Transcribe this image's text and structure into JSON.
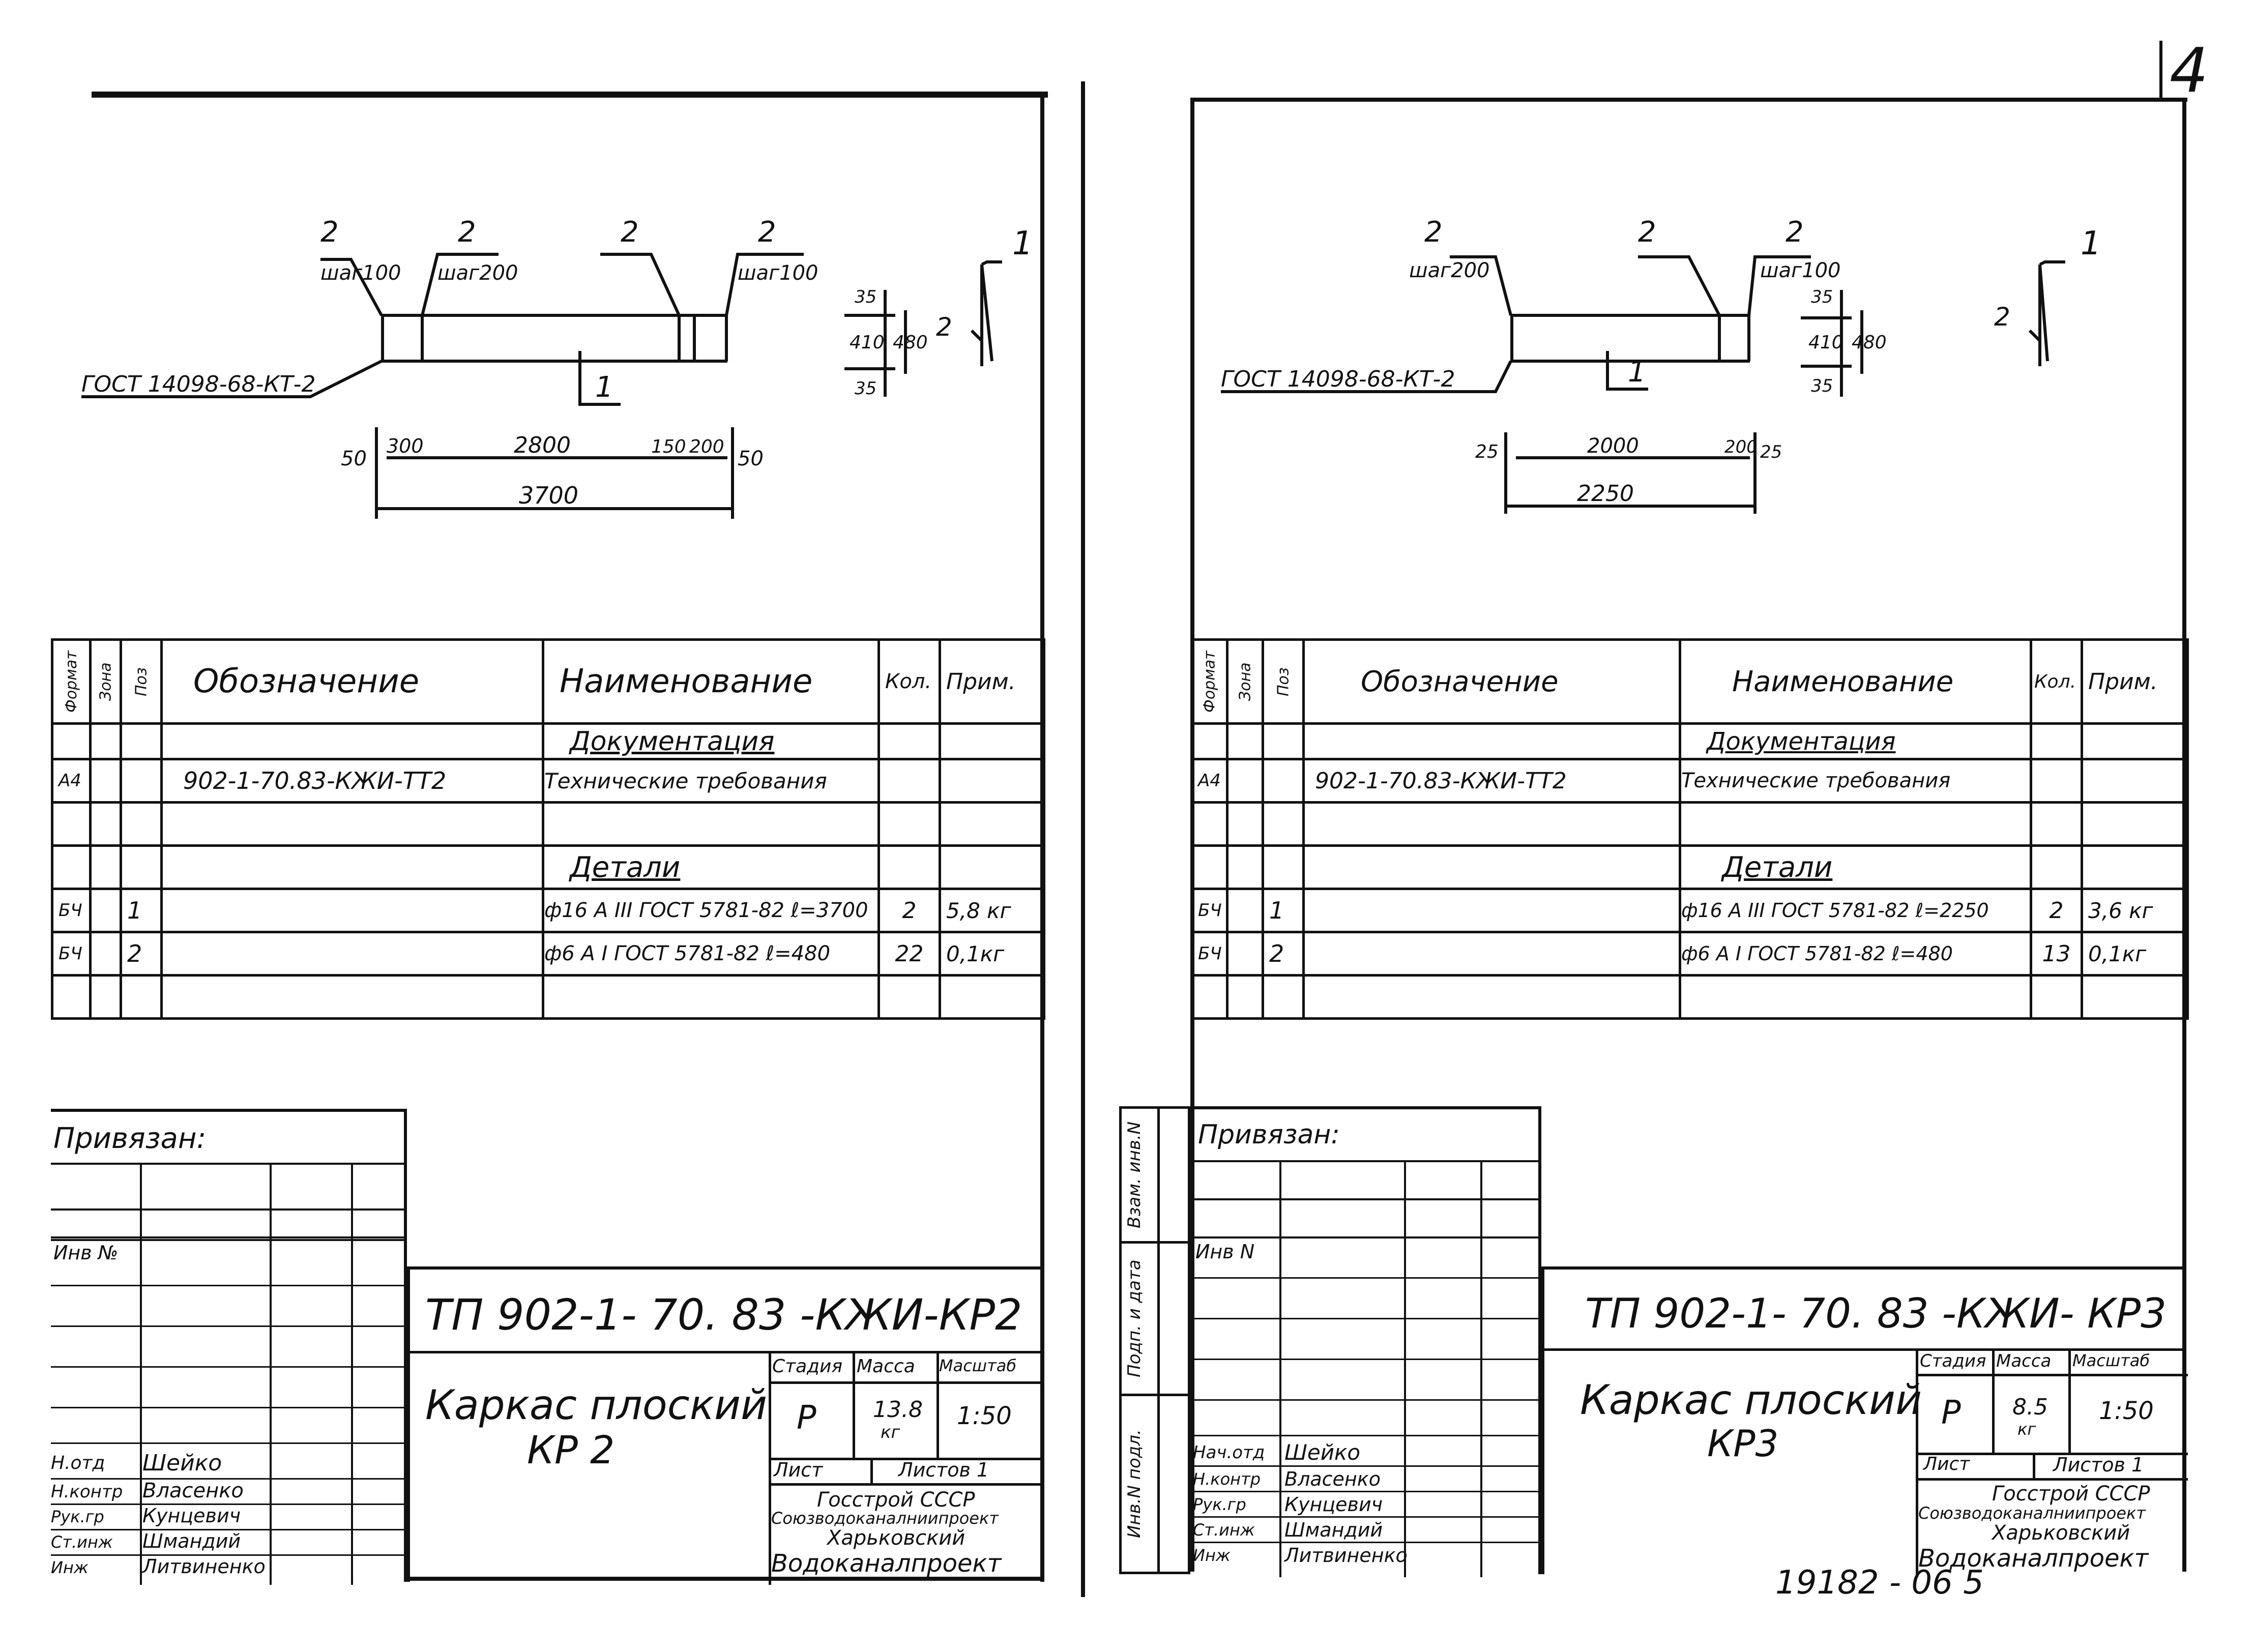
{
  "page_number": "4",
  "archive_number": "19182 - 06 5",
  "headers": {
    "format": "Формат",
    "zone": "Зона",
    "pos": "Поз",
    "designation": "Обозначение",
    "name": "Наименование",
    "qty": "Кол.",
    "note": "Прим."
  },
  "sheets": [
    {
      "drawing": {
        "labels": [
          "2",
          "2",
          "2",
          "2",
          "1",
          "2"
        ],
        "pitches": [
          "шаг100",
          "шаг200",
          "шаг100"
        ],
        "gost": "ГОСТ 14098-68-КТ-2",
        "section": "1",
        "dims": [
          "50",
          "300",
          "2800",
          "150",
          "200",
          "50",
          "3700",
          "35",
          "410",
          "480",
          "35"
        ]
      },
      "spec": {
        "section_docs": "Документация",
        "row_doc": {
          "format": "А4",
          "designation": "902-1-70.83-КЖИ-ТТ2",
          "name": "Технические требования"
        },
        "section_parts": "Детали",
        "parts": [
          {
            "format": "БЧ",
            "pos": "1",
            "name": "ф16 А III ГОСТ 5781-82 ℓ=3700",
            "qty": "2",
            "note": "5,8 кг"
          },
          {
            "format": "БЧ",
            "pos": "2",
            "name": "ф6 А I ГОСТ 5781-82 ℓ=480",
            "qty": "22",
            "note": "0,1кг"
          }
        ]
      },
      "stamp": {
        "tied": "Привязан:",
        "inv": "Инв №",
        "code": "ТП 902-1- 70. 83 -КЖИ-КР2",
        "title_line1": "Каркас плоский",
        "title_line2": "КР 2",
        "col_stage": "Стадия",
        "col_mass": "Масса",
        "col_scale": "Масштаб",
        "stage": "Р",
        "mass": "13.8",
        "mass_unit": "кг",
        "scale": "1:50",
        "sheet": "Лист",
        "sheets": "Листов 1",
        "org": [
          "Госстрой СССР",
          "Союзводоканалниипроект",
          "Харьковский",
          "Водоканалпроект"
        ],
        "people": [
          {
            "role": "Н.отд",
            "name": "Шейко"
          },
          {
            "role": "Н.контр",
            "name": "Власенко"
          },
          {
            "role": "Рук.гр",
            "name": "Кунцевич"
          },
          {
            "role": "Ст.инж",
            "name": "Шмандий"
          },
          {
            "role": "Инж",
            "name": "Литвиненко"
          }
        ]
      }
    },
    {
      "drawing": {
        "labels": [
          "2",
          "2",
          "2",
          "1",
          "2"
        ],
        "pitches": [
          "шаг200",
          "шаг100"
        ],
        "gost": "ГОСТ 14098-68-КТ-2",
        "section": "1",
        "dims": [
          "25",
          "2000",
          "200",
          "25",
          "2250",
          "35",
          "410",
          "480",
          "35"
        ]
      },
      "spec": {
        "section_docs": "Документация",
        "row_doc": {
          "format": "А4",
          "designation": "902-1-70.83-КЖИ-ТТ2",
          "name": "Технические требования"
        },
        "section_parts": "Детали",
        "parts": [
          {
            "format": "БЧ",
            "pos": "1",
            "name": "ф16 А III ГОСТ 5781-82 ℓ=2250",
            "qty": "2",
            "note": "3,6 кг"
          },
          {
            "format": "БЧ",
            "pos": "2",
            "name": "ф6 А I ГОСТ 5781-82 ℓ=480",
            "qty": "13",
            "note": "0,1кг"
          }
        ]
      },
      "stamp": {
        "tied": "Привязан:",
        "inv": "Инв N",
        "side_labels": [
          "Взам. инв.N",
          "Подп. и дата",
          "Инв.N подл."
        ],
        "code": "ТП 902-1- 70. 83 -КЖИ- КР3",
        "title_line1": "Каркас плоский",
        "title_line2": "КР3",
        "col_stage": "Стадия",
        "col_mass": "Масса",
        "col_scale": "Масштаб",
        "stage": "Р",
        "mass": "8.5",
        "mass_unit": "кг",
        "scale": "1:50",
        "sheet": "Лист",
        "sheets": "Листов 1",
        "org": [
          "Госстрой СССР",
          "Союзводоканалниипроект",
          "Харьковский",
          "Водоканалпроект"
        ],
        "people": [
          {
            "role": "Нач.отд",
            "name": "Шейко"
          },
          {
            "role": "Н.контр",
            "name": "Власенко"
          },
          {
            "role": "Рук.гр",
            "name": "Кунцевич"
          },
          {
            "role": "Ст.инж",
            "name": "Шмандий"
          },
          {
            "role": "Инж",
            "name": "Литвиненко"
          }
        ]
      }
    }
  ]
}
